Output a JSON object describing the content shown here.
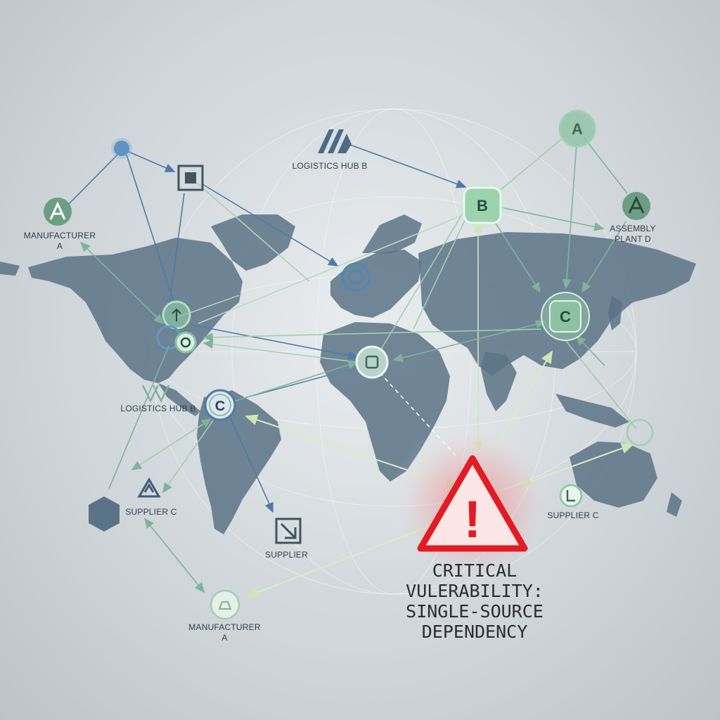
{
  "labels": {
    "logistics_hub_b_top": "LOGISTICS HUB B",
    "manufacturer_a_left": "MANUFACTURER\nA",
    "assembly_plant_d": "ASSEMBLY\nPLANT D",
    "logistics_hub_b_left": "LOGISTICS HUB B",
    "supplier_c_left": "SUPPLIER C",
    "supplier_bottom": "SUPPLIER",
    "supplier_c_right": "SUPPLIER C",
    "manufacturer_a_bottom": "MANUFACTURER\nA"
  },
  "nodes": {
    "a_top_right": "A",
    "b_hub": "B",
    "c_asia": "C",
    "c_south_america": "C"
  },
  "alert": {
    "text": "CRITICAL\nVULERABILITY:\nSINGLE-SOURCE\nDEPENDENCY",
    "symbol": "!"
  },
  "colors": {
    "land": "#5b7386",
    "link_blue": "#4f7aa8",
    "link_green": "#7fb49a",
    "link_pale": "#d9ecc4",
    "alert_red": "#e21b24",
    "node_green": "#8cc2a2"
  },
  "icons": [
    "warning-triangle-icon",
    "manufacturer-icon",
    "logistics-icon",
    "supplier-icon",
    "assembly-icon"
  ]
}
